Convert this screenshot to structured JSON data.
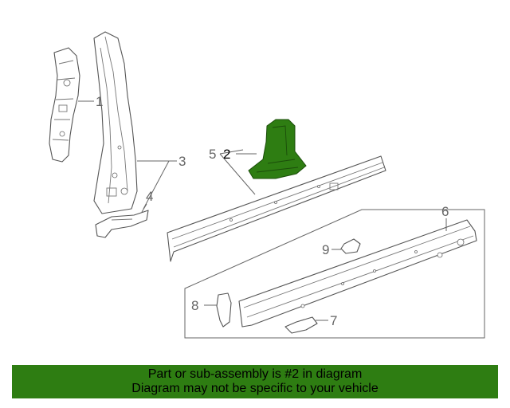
{
  "diagram": {
    "callouts": [
      "1",
      "2",
      "3",
      "4",
      "5",
      "6",
      "7",
      "8",
      "9"
    ],
    "highlighted_part": "2",
    "colors": {
      "highlight": "#2e7d12",
      "line": "#555555",
      "banner": "#2e7d12"
    }
  },
  "banner": {
    "line1": "Part or sub-assembly is #2 in diagram",
    "line2": "Diagram may not be specific to your vehicle"
  }
}
